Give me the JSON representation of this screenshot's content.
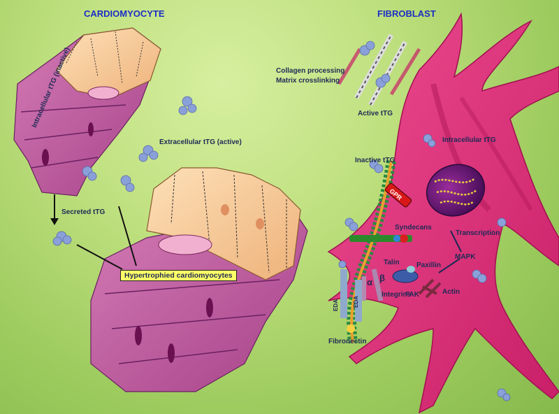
{
  "titles": {
    "cardiomyocyte": "CARDIOMYOCYTE",
    "fibroblast": "FIBROBLAST"
  },
  "labels": {
    "intracellular_inactive": "Intracellular  tTG (inactive)",
    "extracellular_active": "Extracellular tTG (active)",
    "secreted": "Secreted tTG",
    "hypertrophied": "Hypertrophied cardiomyocytes",
    "collagen_processing": "Collagen processing",
    "matrix_crosslinking": "Matrix crosslinking",
    "active_ttg": "Active tTG",
    "inactive_ttg": "Inactive tTG",
    "intracellular_ttg": "Intracellular  tTG",
    "gpr": "GPR",
    "syndecans": "Syndecans",
    "transcription": "Transcription",
    "talin": "Talin",
    "paxillin": "Paxillin",
    "mapk": "MAPK",
    "alpha": "α",
    "beta": "β",
    "integrins": "Integrins",
    "fak": "FAK",
    "actin": "Actin",
    "eda": "EDA",
    "fibronectin": "Fibronectin"
  },
  "colors": {
    "fibroblast_body": "#e0307a",
    "cell_tan": "#f6c99a",
    "muscle_purple": "#b8559a",
    "title_blue": "#1c2ec4",
    "label_box": "#ffff66"
  }
}
